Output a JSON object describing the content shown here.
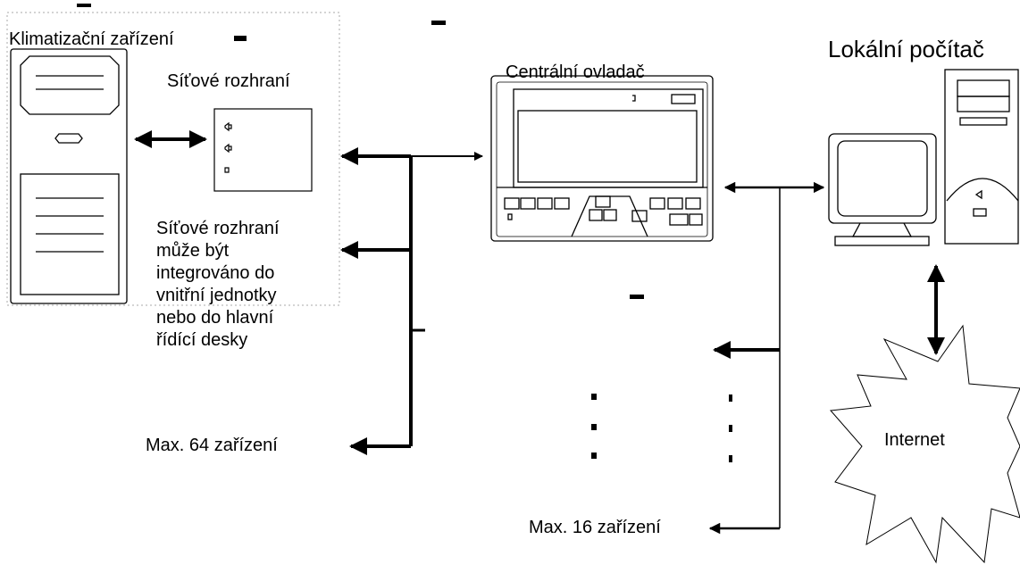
{
  "labels": {
    "ac_unit": "Klimatizační zařízení",
    "network_interface": "Síťové rozhraní",
    "central_controller": "Centrální ovladač",
    "local_pc": "Lokální počítač",
    "note_lines": [
      "Síťové rozhraní",
      "může být",
      "integrováno do",
      "vnitřní jednotky",
      "nebo do hlavní",
      "řídící desky"
    ],
    "max_64": "Max. 64 zařízení",
    "max_16": "Max. 16 zařízení",
    "internet": "Internet"
  }
}
